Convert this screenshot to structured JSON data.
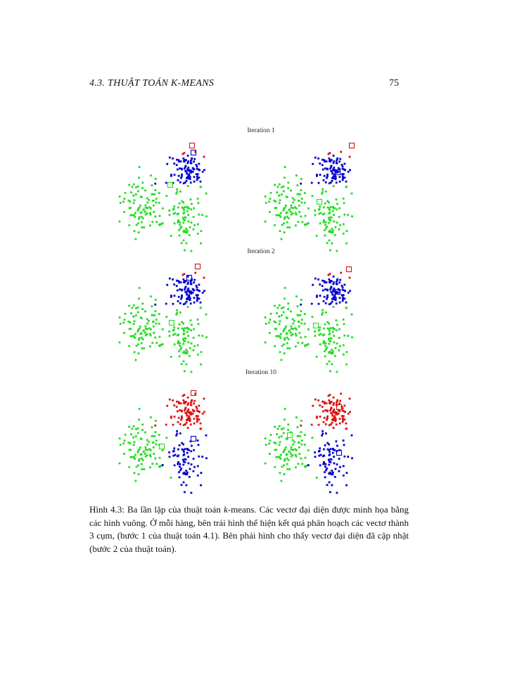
{
  "header": {
    "section": "4.3.  THUẬT TOÁN K-MEANS",
    "page_number": "75"
  },
  "figure": {
    "iterations": [
      {
        "title": "Iteration 1"
      },
      {
        "title": "Iteration 2"
      },
      {
        "title": "Iteration 10"
      }
    ],
    "colors": {
      "green": "#22dd22",
      "blue": "#0000cc",
      "red": "#dd1111"
    },
    "marker_shape": "hollow-square"
  },
  "caption": {
    "part1": "Hình 4.3: Ba lần lặp của thuật toán ",
    "k": "k",
    "part2": "-means. Các vectơ đại diện được minh họa bằng các hình vuông. Ở mỗi hàng, bên trái hình thể hiện kết quả phân hoạch các vectơ thành 3 cụm, (bước 1 của thuật toán 4.1). Bên phải hình cho thấy vectơ đại diện đã cập nhật (bước 2 của thuật toán)."
  }
}
